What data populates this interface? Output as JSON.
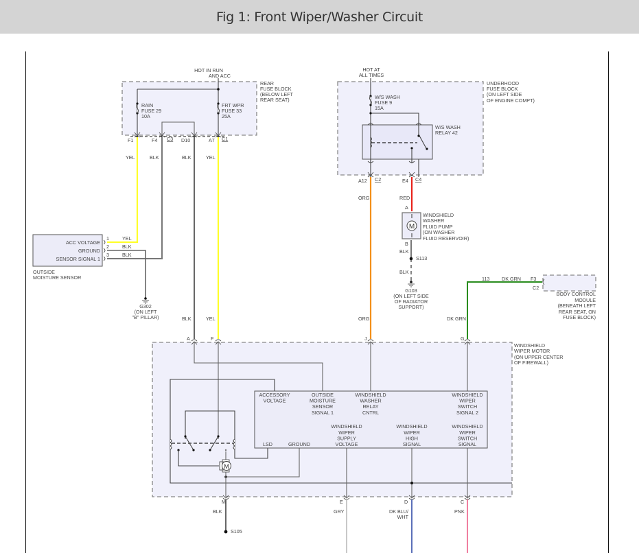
{
  "title": "Fig 1: Front Wiper/Washer Circuit",
  "colors": {
    "yel": "#ffff2a",
    "blk": "#777777",
    "org": "#f39019",
    "red": "#e8221b",
    "dkgrn": "#2a8c1e",
    "gry": "#c8c8c8",
    "dkbluwht": "#5a6fb8",
    "pnk": "#f07fa0"
  },
  "rear_fuse_block": {
    "supply": [
      "HOT IN RUN",
      "AND ACC"
    ],
    "label": [
      "REAR",
      "FUSE BLOCK",
      "(BELOW LEFT",
      "REAR SEAT)"
    ],
    "fuse_rain": [
      "RAIN",
      "FUSE 29",
      "10A"
    ],
    "fuse_frt": [
      "FRT WPR",
      "FUSE 33",
      "25A"
    ],
    "pins": {
      "f1": "F1",
      "f4": "F4",
      "c3": "C3",
      "d10": "D10",
      "a7": "A7",
      "c1": "C1"
    },
    "wires": {
      "f1": "YEL",
      "f4": "BLK",
      "d10": "BLK",
      "a7": "YEL"
    }
  },
  "underhood_fuse_block": {
    "supply": [
      "HOT AT",
      "ALL TIMES"
    ],
    "label": [
      "UNDERHOOD",
      "FUSE BLOCK",
      "(ON LEFT SIDE",
      "OF ENGINE COMPT)"
    ],
    "fuse": [
      "W/S WASH",
      "FUSE 9",
      "15A"
    ],
    "relay": [
      "W/S WASH",
      "RELAY 42"
    ],
    "pins": {
      "a12": "A12",
      "c2": "C2",
      "e4": "E4",
      "c4": "C4"
    },
    "wires": {
      "a12": "ORG",
      "e4": "RED"
    }
  },
  "washer_pump": {
    "label": [
      "WINDSHIELD",
      "WASHER",
      "FLUID PUMP",
      "(ON WASHER",
      "FLUID RESERVOIR)"
    ],
    "pin_a": "A",
    "pin_b": "B",
    "motor": "M",
    "wire_b": "BLK",
    "splice": "S113",
    "wire_ground": "BLK",
    "ground": [
      "G103",
      "(ON LEFT SIDE",
      "OF RADIATOR",
      "SUPPORT)"
    ]
  },
  "moisture_sensor": {
    "rows": [
      "ACC VOLTAGE",
      "GROUND",
      "SENSOR SIGNAL 1"
    ],
    "pins": [
      "1",
      "2",
      "3"
    ],
    "wires": [
      "YEL",
      "BLK",
      "BLK"
    ],
    "label": [
      "OUTSIDE",
      "MOISTURE SENSOR"
    ],
    "ground": [
      "G302",
      "(ON LEFT",
      "\"B\" PILLAR)"
    ]
  },
  "bcm": {
    "circuit": "113",
    "wire": "DK GRN",
    "pin": "F3",
    "connector": "C2",
    "label": [
      "BODY CONTROL",
      "MODULE",
      "(BENEATH LEFT",
      "REAR SEAT, ON",
      "FUSE BLOCK)"
    ]
  },
  "wiper_motor": {
    "label": [
      "WINDSHIELD",
      "WIPER MOTOR",
      "(ON UPPER CENTER",
      "OF FIREWALL)"
    ],
    "top_wires": {
      "a": "BLK",
      "f": "YEL",
      "j": "ORG",
      "g": "DK GRN"
    },
    "top_pins": {
      "a": "A",
      "f": "F",
      "j": "J",
      "g": "G"
    },
    "module_top": [
      [
        "ACCESSORY",
        "VOLTAGE"
      ],
      [
        "OUTSIDE",
        "MOISTURE",
        "SENSOR",
        "SIGNAL 1"
      ],
      [
        "WINDSHIELD",
        "WASHER",
        "RELAY",
        "CNTRL"
      ],
      [
        "WINDSHIELD",
        "WIPER",
        "SWITCH",
        "SIGNAL 2"
      ]
    ],
    "module_bottom": [
      [
        "LSD"
      ],
      [
        "GROUND"
      ],
      [
        "WINDSHIELD",
        "WIPER",
        "SUPPLY",
        "VOLTAGE"
      ],
      [
        "WINDSHIELD",
        "WIPER",
        "HIGH",
        "SIGNAL"
      ],
      [
        "WINDSHIELD",
        "WIPER",
        "SWITCH",
        "SIGNAL"
      ]
    ],
    "motor": "M",
    "bottom_pins": {
      "m": "M",
      "e": "E",
      "d": "D",
      "c": "C"
    },
    "bottom_wires": {
      "m": "BLK",
      "e": "GRY",
      "d": [
        "DK BLU/",
        "WHT"
      ],
      "c": "PNK"
    },
    "splice": "S105"
  }
}
